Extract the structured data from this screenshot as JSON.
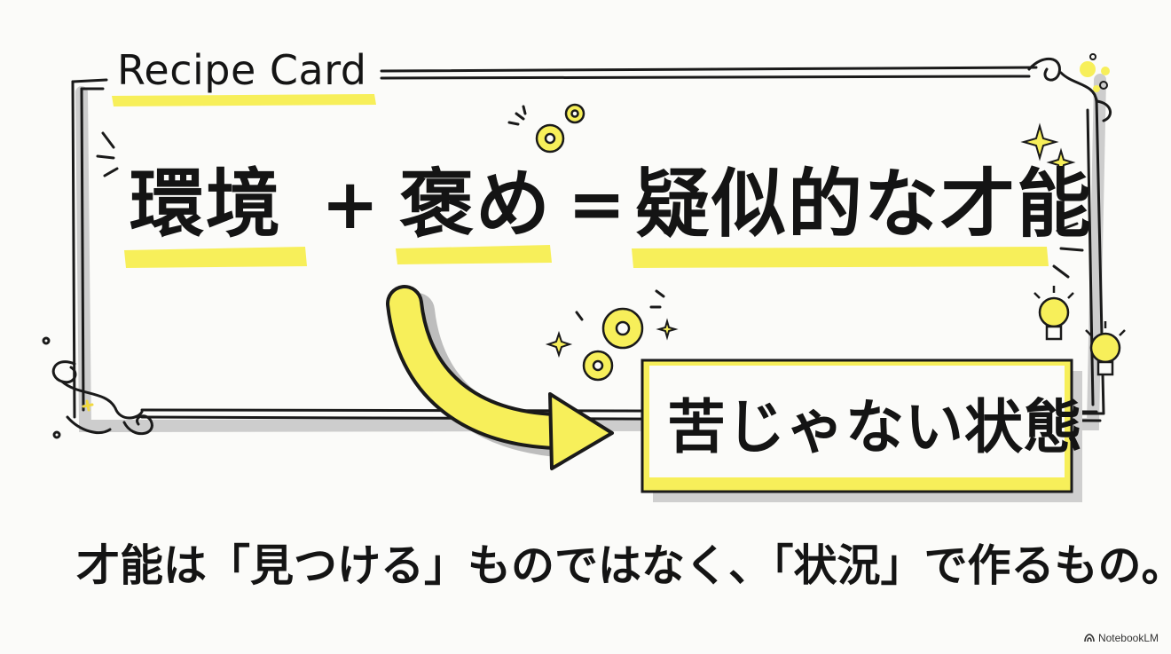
{
  "card": {
    "label": "Recipe Card"
  },
  "equation": {
    "term1": "環境",
    "plus": "+",
    "term2": "褒め",
    "equals": "=",
    "result_term": "疑似的な才能"
  },
  "outcome": {
    "label": "苦じゃない状態"
  },
  "caption": {
    "text": "才能は「見つける」ものではなく、「状況」で作るもの。"
  },
  "branding": {
    "label": "NotebookLM",
    "icon": "notebooklm-logo-icon"
  },
  "colors": {
    "highlight": "#f7ef5a",
    "ink": "#141414",
    "shadow": "#cfcfcf",
    "background": "#fbfbf9"
  }
}
